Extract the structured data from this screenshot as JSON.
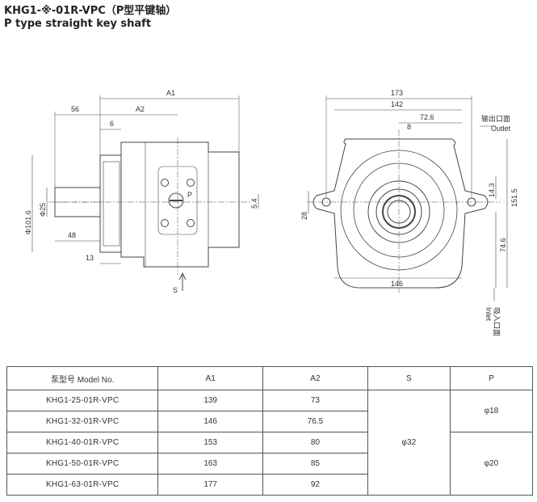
{
  "title": {
    "line1": "KHG1-※-01R-VPC（P型平键轴）",
    "line2": "P type  straight key shaft"
  },
  "drawing": {
    "side_view": {
      "dim_A1": "A1",
      "dim_A2": "A2",
      "dim_56": "56",
      "dim_6": "6",
      "dim_48": "48",
      "dim_13": "13",
      "dim_5_4": "5.4",
      "dim_flange_dia": "Φ101.6",
      "dim_shaft_dia": "Φ25",
      "label_P": "P",
      "label_S": "S"
    },
    "front_view": {
      "dim_173": "173",
      "dim_142": "142",
      "dim_72_6": "72.6",
      "dim_8": "8",
      "dim_28": "28",
      "dim_14_3": "14.3",
      "dim_151_5": "151.5",
      "dim_74_6": "74.6",
      "dim_146": "146",
      "outlet_cn": "输出口面",
      "outlet_en": "Outlet",
      "inlet_cn": "吸入口面",
      "inlet_en": "Inlet"
    }
  },
  "table": {
    "headers": [
      "泵型号  Model No.",
      "A1",
      "A2",
      "S",
      "P"
    ],
    "rows": [
      {
        "model": "KHG1-25-01R-VPC",
        "a1": "139",
        "a2": "73"
      },
      {
        "model": "KHG1-32-01R-VPC",
        "a1": "146",
        "a2": "76.5"
      },
      {
        "model": "KHG1-40-01R-VPC",
        "a1": "153",
        "a2": "80"
      },
      {
        "model": "KHG1-50-01R-VPC",
        "a1": "163",
        "a2": "85"
      },
      {
        "model": "KHG1-63-01R-VPC",
        "a1": "177",
        "a2": "92"
      }
    ],
    "s_value": "φ32",
    "p_value_1": "φ18",
    "p_value_2": "φ20"
  }
}
